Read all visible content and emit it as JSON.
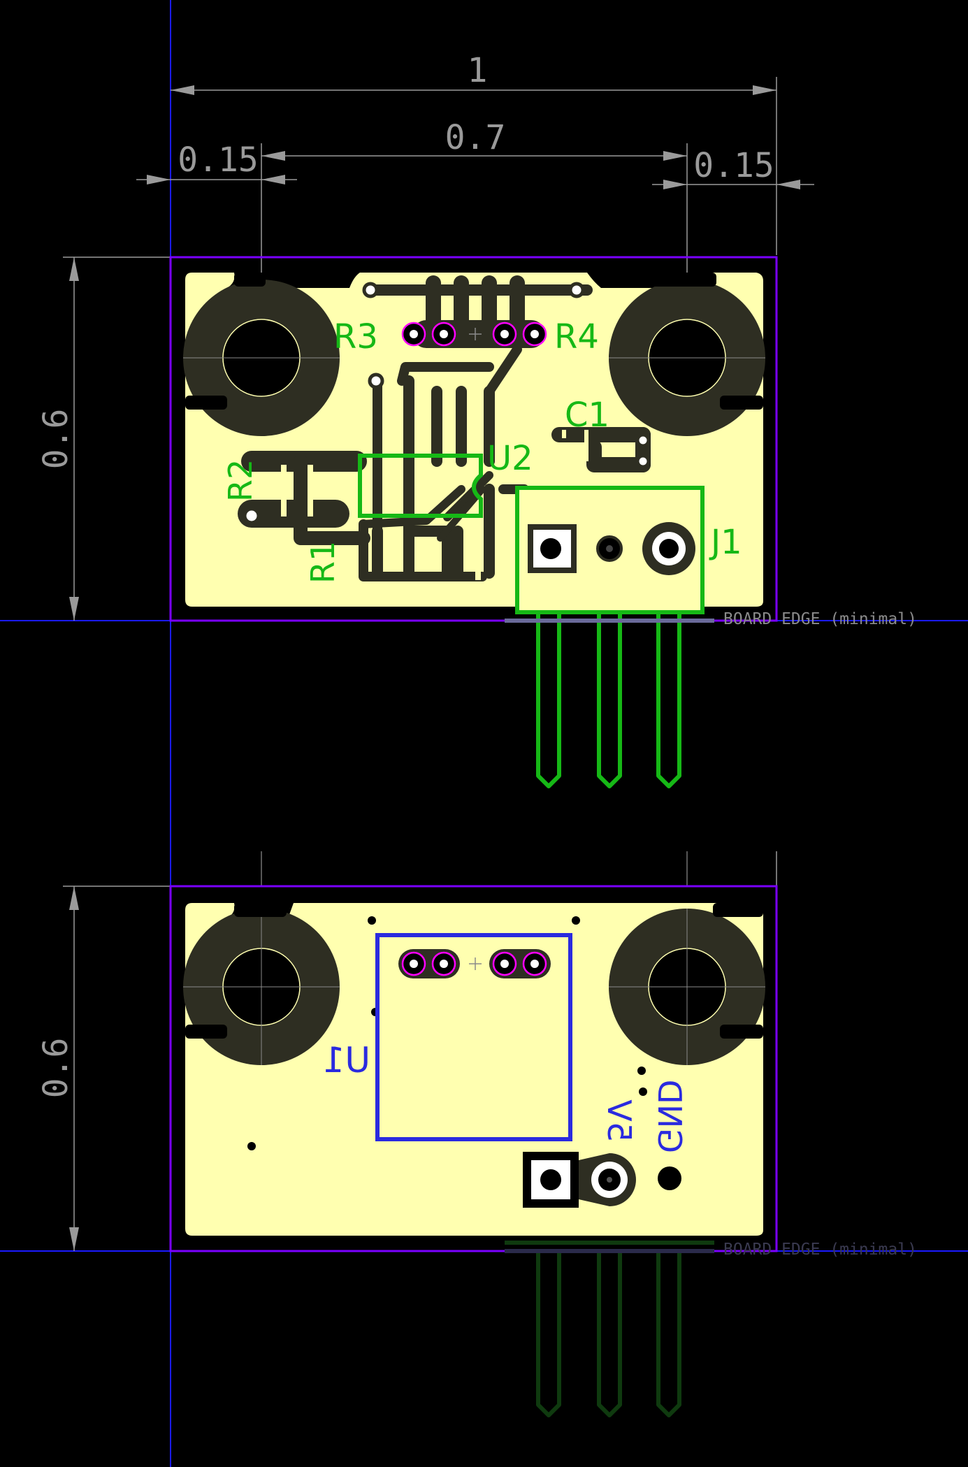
{
  "colors": {
    "background": "#000000",
    "board_fill": "#ffffb0",
    "copper_dark": "#2e2e22",
    "board_outline": "#7a00ff",
    "guide_line": "#1a1aff",
    "dimension": "#9a9a9a",
    "top_silkscreen": "#16b816",
    "bottom_silkscreen": "#2a2adf",
    "vias": "#ff00ff",
    "drill": "#000000"
  },
  "dimensions": {
    "overall_width": "1",
    "hole_spacing": "0.7",
    "left_margin": "0.15",
    "right_margin": "0.15",
    "top_height": "0.6",
    "bottom_height": "0.6"
  },
  "board_edge_label": "BOARD EDGE (minimal)",
  "top_view": {
    "labels": {
      "r1": "R1",
      "r2": "R2",
      "r3": "R3",
      "r4": "R4",
      "c1": "C1",
      "u2": "U2",
      "j1": "J1"
    }
  },
  "bottom_view": {
    "labels": {
      "u1": "U1",
      "v5": "5V",
      "gnd": "GND"
    }
  }
}
